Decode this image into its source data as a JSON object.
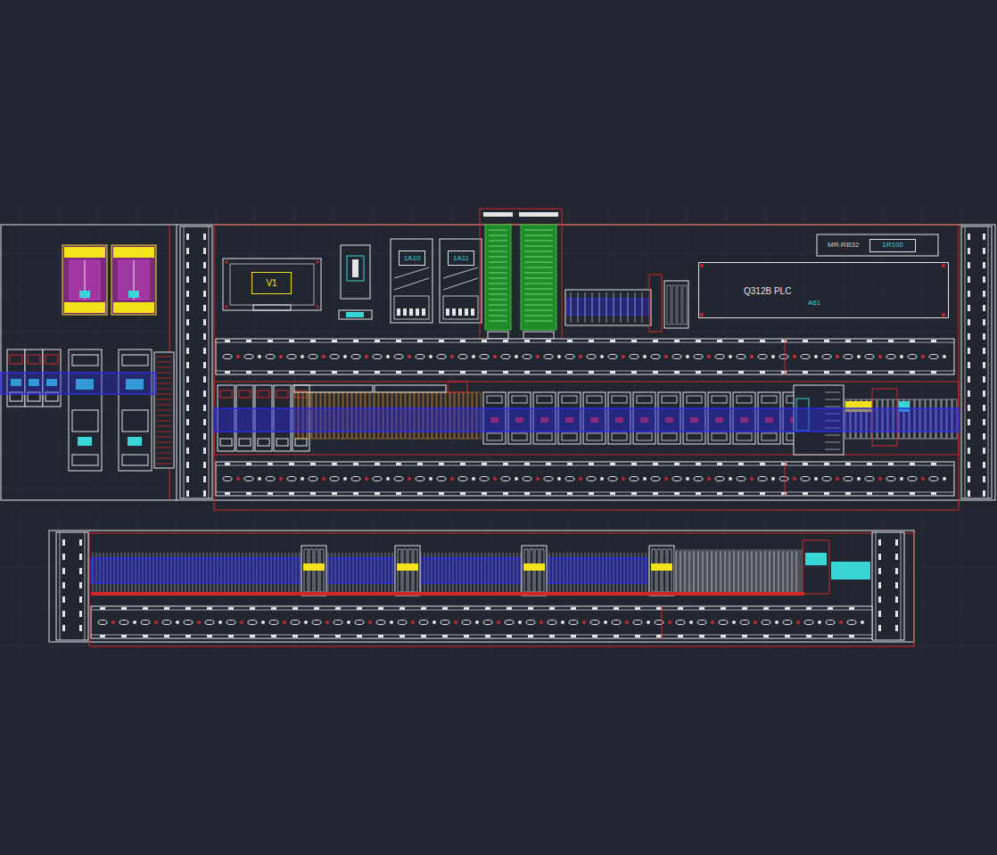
{
  "diagram": {
    "nodes": [
      {
        "text": [
          "V1"
        ]
      },
      {
        "text": [
          "1A10"
        ]
      },
      {
        "text": [
          "1A11"
        ]
      },
      {
        "text": [
          "Q312B PLC",
          "A61"
        ]
      },
      {
        "text": [
          "MR-RB32"
        ]
      },
      {
        "text": [
          "1R100"
        ],
        "in": 4
      }
    ]
  }
}
